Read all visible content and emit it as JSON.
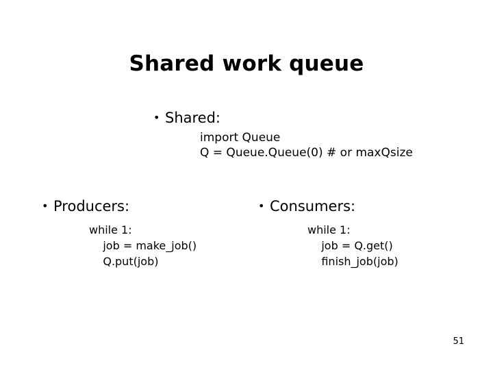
{
  "slide": {
    "title": "Shared work queue",
    "page_number": "51",
    "bullet_glyph": "•",
    "text_color": "#000000",
    "background_color": "#ffffff"
  },
  "shared_section": {
    "heading": "Shared:",
    "code": [
      "import Queue",
      "Q = Queue.Queue(0) # or maxQsize"
    ]
  },
  "columns": [
    {
      "heading": "Producers:",
      "code": [
        "while 1:",
        "    job = make_job()",
        "    Q.put(job)"
      ]
    },
    {
      "heading": "Consumers:",
      "code": [
        "while 1:",
        "    job = Q.get()",
        "    finish_job(job)"
      ]
    }
  ]
}
